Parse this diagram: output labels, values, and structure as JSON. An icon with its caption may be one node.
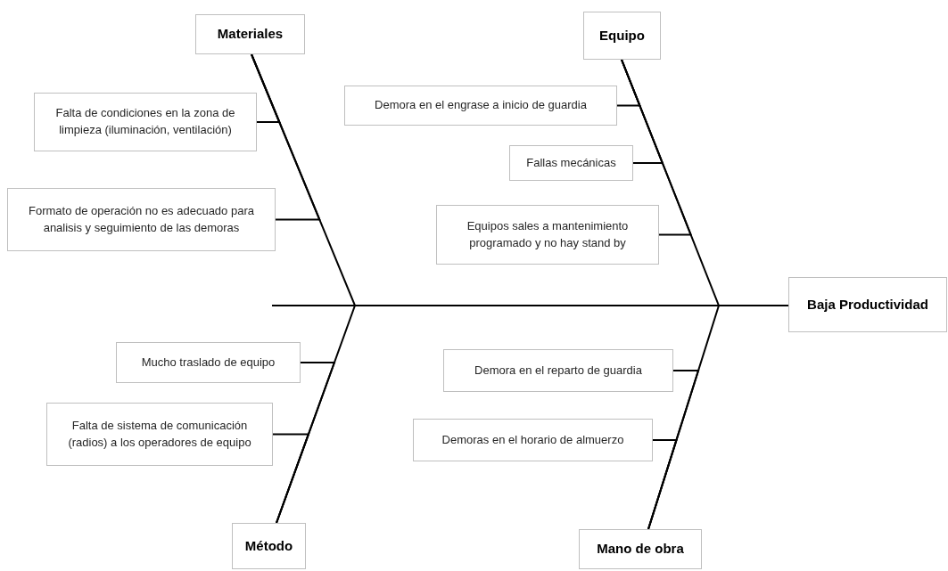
{
  "diagram": {
    "nodes": [
      {
        "text": [
          "Materiales"
        ]
      },
      {
        "text": [
          "Equipo"
        ]
      },
      {
        "text": [
          "Falta de condiciones en la zona de limpieza (iluminación, ventilación)"
        ]
      },
      {
        "text": [
          "Demora en el engrase a inicio de guardia"
        ]
      },
      {
        "text": [
          "Fallas mecánicas"
        ]
      },
      {
        "text": [
          "Formato de operación no es adecuado para analisis y seguimiento de las demoras"
        ]
      },
      {
        "text": [
          "Equipos sales a mantenimiento programado y no hay stand by"
        ]
      },
      {
        "text": [
          "Baja Productividad"
        ]
      },
      {
        "text": [
          "Mucho traslado de equipo"
        ]
      },
      {
        "text": [
          "Demora en el reparto de guardia"
        ]
      },
      {
        "text": [
          "Falta de sistema de comunicación (radios) a los operadores de equipo"
        ]
      },
      {
        "text": [
          "Demoras en el horario de almuerzo"
        ]
      },
      {
        "text": [
          "Método"
        ]
      },
      {
        "text": [
          "Mano de obra"
        ]
      }
    ],
    "edges": [
      {
        "from": null,
        "to": 7,
        "arrow": "none"
      },
      {
        "from": 0,
        "to": 7,
        "arrow": "none"
      },
      {
        "from": 1,
        "to": 7,
        "arrow": "none"
      },
      {
        "from": 12,
        "to": 7,
        "arrow": "none"
      },
      {
        "from": 13,
        "to": 7,
        "arrow": "none"
      },
      {
        "from": 2,
        "to": 0,
        "arrow": "none"
      },
      {
        "from": 5,
        "to": 0,
        "arrow": "none"
      },
      {
        "from": 3,
        "to": 1,
        "arrow": "none"
      },
      {
        "from": 4,
        "to": 1,
        "arrow": "none"
      },
      {
        "from": 6,
        "to": 1,
        "arrow": "none"
      },
      {
        "from": 8,
        "to": 12,
        "arrow": "none"
      },
      {
        "from": 10,
        "to": 12,
        "arrow": "none"
      },
      {
        "from": 9,
        "to": 13,
        "arrow": "none"
      },
      {
        "from": 11,
        "to": 13,
        "arrow": "none"
      }
    ]
  }
}
